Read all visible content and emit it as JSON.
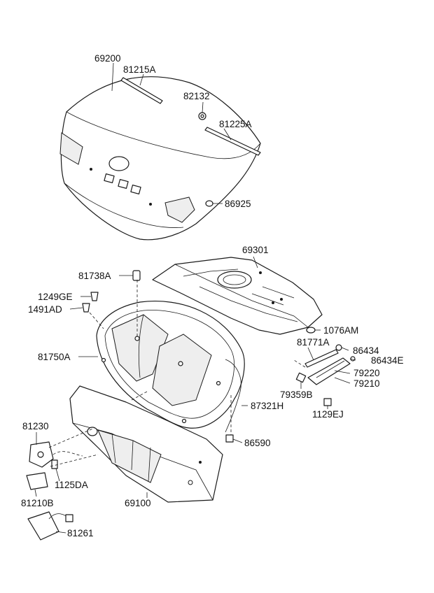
{
  "callouts": [
    "69200",
    "81215A",
    "82132",
    "81225A",
    "86925",
    "69301",
    "81738A",
    "1249GE",
    "1491AD",
    "1076AM",
    "81771A",
    "86434",
    "86434E",
    "81750A",
    "79220",
    "79210",
    "79359B",
    "87321H",
    "1129EJ",
    "86590",
    "81230",
    "1125DA",
    "81210B",
    "69100",
    "81261"
  ]
}
